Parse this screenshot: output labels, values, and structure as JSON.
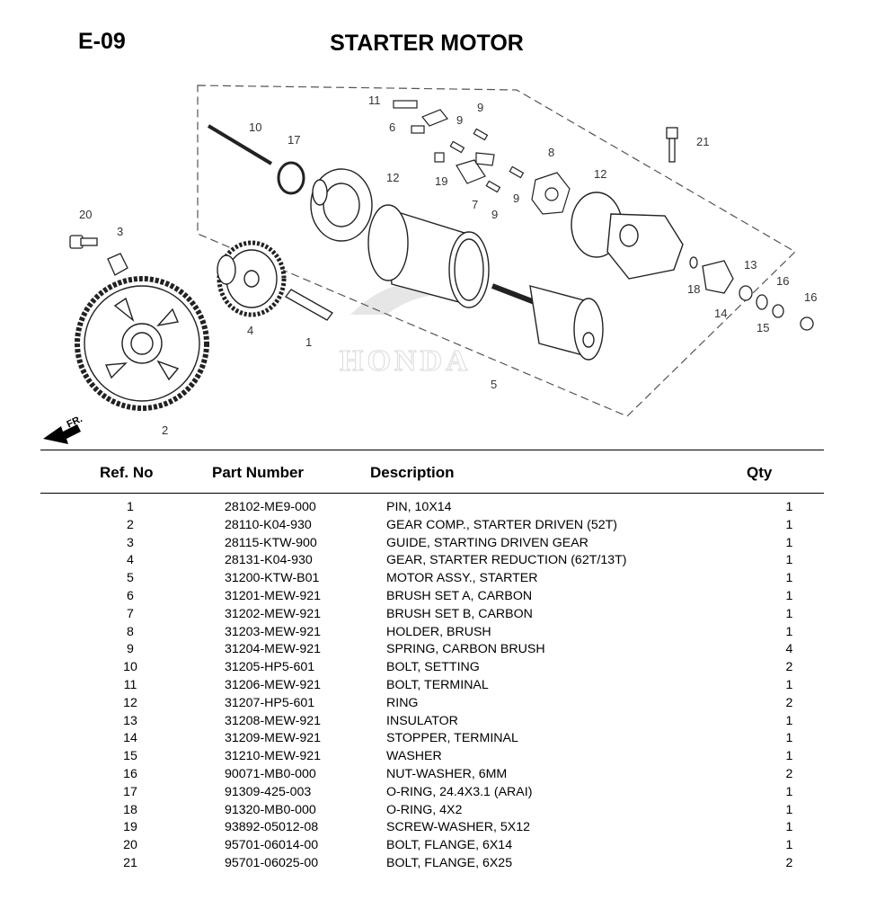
{
  "page": {
    "code": "E-09",
    "title": "STARTER MOTOR"
  },
  "diagram": {
    "callouts": [
      "1",
      "2",
      "3",
      "4",
      "5",
      "6",
      "7",
      "8",
      "9",
      "9",
      "9",
      "9",
      "10",
      "11",
      "12",
      "12",
      "13",
      "14",
      "15",
      "16",
      "16",
      "17",
      "18",
      "19",
      "20",
      "21"
    ],
    "front_marker": "FR.",
    "watermark": "HONDA"
  },
  "table": {
    "headers": {
      "ref": "Ref. No",
      "part": "Part Number",
      "desc": "Description",
      "qty": "Qty"
    },
    "rows": [
      {
        "ref": "1",
        "part": "28102-ME9-000",
        "desc": "PIN, 10X14",
        "qty": "1"
      },
      {
        "ref": "2",
        "part": "28110-K04-930",
        "desc": "GEAR COMP., STARTER DRIVEN (52T)",
        "qty": "1"
      },
      {
        "ref": "3",
        "part": "28115-KTW-900",
        "desc": "GUIDE, STARTING DRIVEN GEAR",
        "qty": "1"
      },
      {
        "ref": "4",
        "part": "28131-K04-930",
        "desc": "GEAR, STARTER REDUCTION (62T/13T)",
        "qty": "1"
      },
      {
        "ref": "5",
        "part": "31200-KTW-B01",
        "desc": "MOTOR ASSY., STARTER",
        "qty": "1"
      },
      {
        "ref": "6",
        "part": "31201-MEW-921",
        "desc": "BRUSH SET A, CARBON",
        "qty": "1"
      },
      {
        "ref": "7",
        "part": "31202-MEW-921",
        "desc": "BRUSH SET B, CARBON",
        "qty": "1"
      },
      {
        "ref": "8",
        "part": "31203-MEW-921",
        "desc": "HOLDER, BRUSH",
        "qty": "1"
      },
      {
        "ref": "9",
        "part": "31204-MEW-921",
        "desc": "SPRING, CARBON BRUSH",
        "qty": "4"
      },
      {
        "ref": "10",
        "part": "31205-HP5-601",
        "desc": "BOLT, SETTING",
        "qty": "2"
      },
      {
        "ref": "11",
        "part": "31206-MEW-921",
        "desc": "BOLT, TERMINAL",
        "qty": "1"
      },
      {
        "ref": "12",
        "part": "31207-HP5-601",
        "desc": "RING",
        "qty": "2"
      },
      {
        "ref": "13",
        "part": "31208-MEW-921",
        "desc": "INSULATOR",
        "qty": "1"
      },
      {
        "ref": "14",
        "part": "31209-MEW-921",
        "desc": "STOPPER, TERMINAL",
        "qty": "1"
      },
      {
        "ref": "15",
        "part": "31210-MEW-921",
        "desc": "WASHER",
        "qty": "1"
      },
      {
        "ref": "16",
        "part": "90071-MB0-000",
        "desc": "NUT-WASHER, 6MM",
        "qty": "2"
      },
      {
        "ref": "17",
        "part": "91309-425-003",
        "desc": "O-RING, 24.4X3.1 (ARAI)",
        "qty": "1"
      },
      {
        "ref": "18",
        "part": "91320-MB0-000",
        "desc": "O-RING, 4X2",
        "qty": "1"
      },
      {
        "ref": "19",
        "part": "93892-05012-08",
        "desc": "SCREW-WASHER, 5X12",
        "qty": "1"
      },
      {
        "ref": "20",
        "part": "95701-06014-00",
        "desc": "BOLT, FLANGE, 6X14",
        "qty": "1"
      },
      {
        "ref": "21",
        "part": "95701-06025-00",
        "desc": "BOLT, FLANGE, 6X25",
        "qty": "2"
      }
    ]
  }
}
